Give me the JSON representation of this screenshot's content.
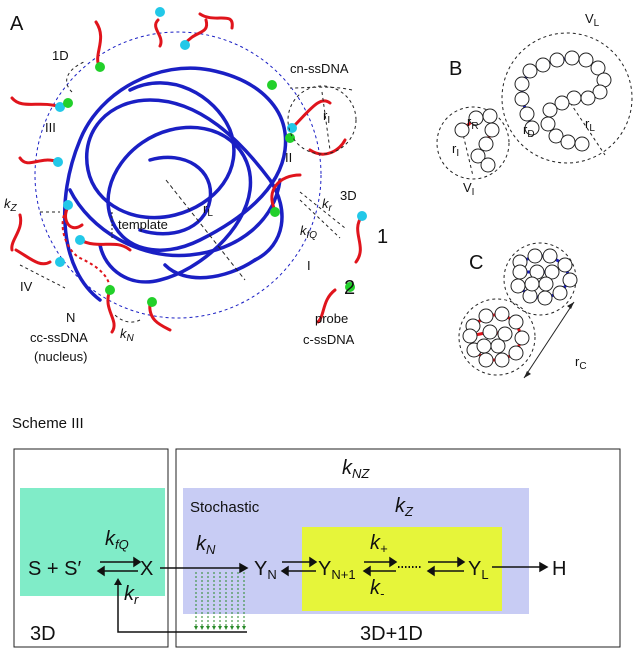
{
  "panel_a": {
    "letter": "A",
    "label_1d": "1D",
    "label_cn_ssdna": "cn-ssDNA",
    "label_ri": "r",
    "label_ri_sub": "I",
    "label_iii": "III",
    "label_ii": "II",
    "label_3d": "3D",
    "label_kz": "k",
    "label_kz_sub": "Z",
    "label_kr": "k",
    "label_kr_sub": "r",
    "label_kfq": "k",
    "label_kfq_sub": "fQ",
    "label_template": "template",
    "label_rl": "r",
    "label_rl_sub": "L",
    "label_one": "1",
    "label_two": "2",
    "label_i": "I",
    "label_iv": "IV",
    "label_n": "N",
    "label_kn": "k",
    "label_kn_sub": "N",
    "label_cc_ssdna": "cc-ssDNA",
    "label_nucleus": "(nucleus)",
    "label_probe": "probe",
    "label_c_ssdna": "c-ssDNA"
  },
  "panel_b": {
    "letter": "B",
    "label_vl": "V",
    "label_vl_sub": "L",
    "label_rl": "r",
    "label_rl_sub": "L",
    "label_rr": "r",
    "label_rr_sub": "R",
    "label_rd": "r",
    "label_rd_sub": "D",
    "label_ri": "r",
    "label_ri_sub": "I",
    "label_vi": "V",
    "label_vi_sub": "I"
  },
  "panel_c": {
    "letter": "C",
    "label_rc": "r",
    "label_rc_sub": "C"
  },
  "scheme": {
    "title": "Scheme III",
    "knz": "k",
    "knz_sub": "NZ",
    "stochastic": "Stochastic",
    "kz": "k",
    "kz_sub": "Z",
    "s_plus": "S + S′",
    "kfq": "k",
    "kfq_sub": "fQ",
    "x": "X",
    "kr": "k",
    "kr_sub": "r",
    "kn": "k",
    "kn_sub": "N",
    "yn": "Y",
    "yn_sub": "N",
    "yn1": "Y",
    "yn1_sub": "N+1",
    "kplus": "k",
    "kplus_sub": "+",
    "kminus": "k",
    "kminus_sub": "-",
    "yl": "Y",
    "yl_sub": "L",
    "h": "H",
    "label_3d": "3D",
    "label_3d1d": "3D+1D"
  },
  "colors": {
    "template_blue": "#1a1fc4",
    "probe_red": "#e0141c",
    "fluor_cyan": "#22c8e8",
    "quench_green": "#22d02a",
    "box_teal": "#80ecc8",
    "box_lavender": "#c8ccf4",
    "box_yellow": "#e6f53a"
  }
}
